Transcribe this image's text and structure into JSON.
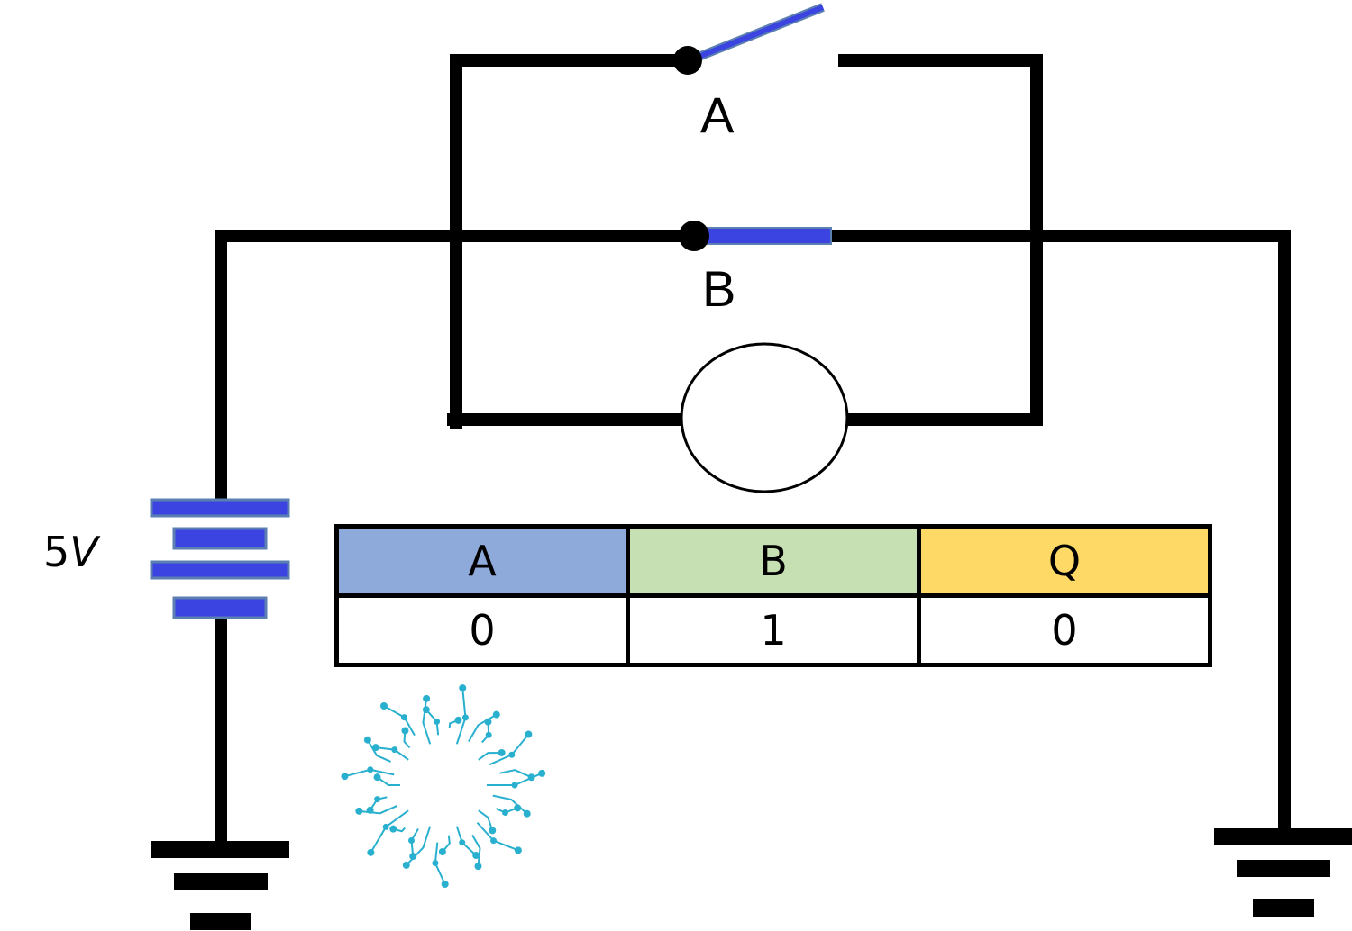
{
  "diagram": {
    "switch_a_label": "A",
    "switch_b_label": "B",
    "voltage_value": "5",
    "voltage_unit": "V"
  },
  "truth_table": {
    "headers": [
      "A",
      "B",
      "Q"
    ],
    "row": [
      "0",
      "1",
      "0"
    ]
  },
  "colors": {
    "wire": "#000000",
    "switch_blade": "#3b44e0",
    "battery_plate": "#3b44e0",
    "battery_outline": "#5b7fb0",
    "header_a": "#8eaadb",
    "header_b": "#c6e0b4",
    "header_q": "#ffd966",
    "logo": "#2ab0cf"
  },
  "icons": [
    "lamp-icon",
    "battery-icon",
    "ground-icon",
    "circuit-logo-icon"
  ]
}
